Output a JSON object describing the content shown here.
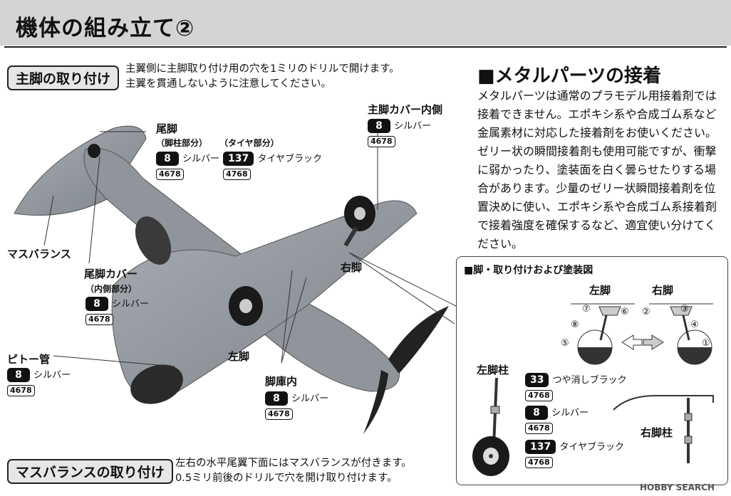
{
  "header": {
    "title": "機体の組み立て②"
  },
  "main_gear": {
    "pill": "主脚の取り付け",
    "note_lines": [
      "主翼側に主脚取り付け用の穴を1ミリのドリルで開けます。",
      "主翼を貫通しないように注意してください。"
    ]
  },
  "callouts": {
    "tail_wheel": "尾脚",
    "strut_part": "（脚柱部分）",
    "tire_part": "（タイヤ部分）",
    "mass_balance": "マスバランス",
    "tail_cover": "尾脚カバー",
    "inner_part": "（内側部分）",
    "main_cover_inner": "主脚カバー内側",
    "right_leg": "右脚",
    "left_leg": "左脚",
    "pitot": "ピトー管",
    "wheel_well": "脚庫内"
  },
  "paints": {
    "silver": {
      "code": "8",
      "sub": "4678",
      "name": "シルバー"
    },
    "tire_black": {
      "code": "137",
      "sub": "4768",
      "name": "タイヤブラック"
    },
    "flat_black": {
      "code": "33",
      "sub": "4768",
      "name": "つや消しブラック"
    }
  },
  "metal": {
    "title": "■メタルパーツの接着",
    "text": "メタルパーツは通常のプラモデル用接着剤では接着できません。エポキシ系や合成ゴム系など金属素材に対応した接着剤をお使いください。ゼリー状の瞬間接着剤も使用可能ですが、衝撃に弱かったり、塗装面を白く曇らせたりする場合があります。少量のゼリー状瞬間接着剤を位置決めに使い、エポキシ系や合成ゴム系接着剤で接着強度を確保するなど、適宜使い分けてください。"
  },
  "diagram": {
    "title": "■脚・取り付けおよび塗装図",
    "left_leg": "左脚",
    "right_leg": "右脚",
    "left_strut": "左脚柱",
    "right_strut": "右脚柱",
    "nums_left": [
      "⑦",
      "⑥",
      "⑧",
      "⑤"
    ],
    "nums_right": [
      "②",
      "③",
      "④",
      "①"
    ]
  },
  "mass_balance_section": {
    "pill": "マスバランスの取り付け",
    "note_lines": [
      "左右の水平尾翼下面にはマスバランスが付きます。",
      "0.5ミリ前後のドリルで穴を開け取り付けます。"
    ]
  },
  "watermark": {
    "text": "HOBBY SEARCH"
  }
}
